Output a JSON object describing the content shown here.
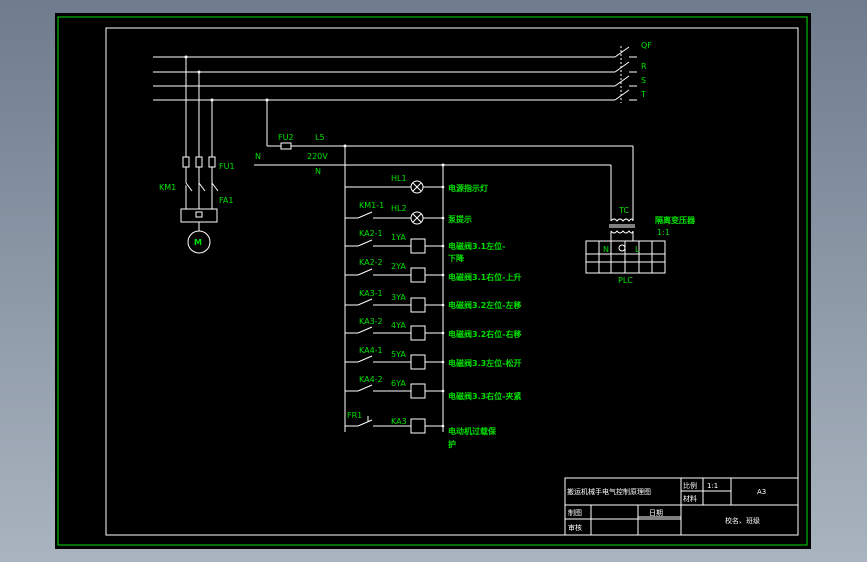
{
  "supply": {
    "breaker": "QF",
    "phase_r": "R",
    "phase_s": "S",
    "phase_t": "T"
  },
  "motor_branch": {
    "contactor": "KM1",
    "fuse": "FU1",
    "thermal": "FA1",
    "motor": "M"
  },
  "control": {
    "fuse": "FU2",
    "line_label": "L5",
    "voltage": "220V",
    "left_n": "N",
    "bus_n": "N"
  },
  "rungs": [
    {
      "contact": "",
      "load": "HL1",
      "description": "电源指示灯",
      "description2": ""
    },
    {
      "contact": "KM1-1",
      "load": "HL2",
      "description": "泵提示",
      "description2": ""
    },
    {
      "contact": "KA2-1",
      "load": "1YA",
      "description": "电磁阀3.1左位-",
      "description2": "下降"
    },
    {
      "contact": "KA2-2",
      "load": "2YA",
      "description": "电磁阀3.1右位-上升",
      "description2": ""
    },
    {
      "contact": "KA3-1",
      "load": "3YA",
      "description": "电磁阀3.2左位-左移",
      "description2": ""
    },
    {
      "contact": "KA3-2",
      "load": "4YA",
      "description": "电磁阀3.2右位-右移",
      "description2": ""
    },
    {
      "contact": "KA4-1",
      "load": "5YA",
      "description": "电磁阀3.3左位-松开",
      "description2": ""
    },
    {
      "contact": "KA4-2",
      "load": "6YA",
      "description": "电磁阀3.3右位-夹紧",
      "description2": ""
    },
    {
      "contact": "FR1",
      "load": "KA3",
      "description": "电动机过载保",
      "description2": "护"
    }
  ],
  "transformer": {
    "label": "TC",
    "description": "隔离变压器",
    "ratio": "1:1"
  },
  "plc": {
    "label": "PLC",
    "terminals": [
      "N",
      "L"
    ]
  },
  "title_block": {
    "title": "搬运机械手电气控制原理图",
    "scale_label": "比例",
    "scale_value": "1:1",
    "material_label": "材料",
    "sheet_size": "A3",
    "drawn_label": "制图",
    "checked_label": "审核",
    "date_label": "日期",
    "school": "校名、班级"
  },
  "colors": {
    "frame": "#00e000",
    "text": "#00e000",
    "wire": "#ffffff",
    "background": "#000000"
  }
}
